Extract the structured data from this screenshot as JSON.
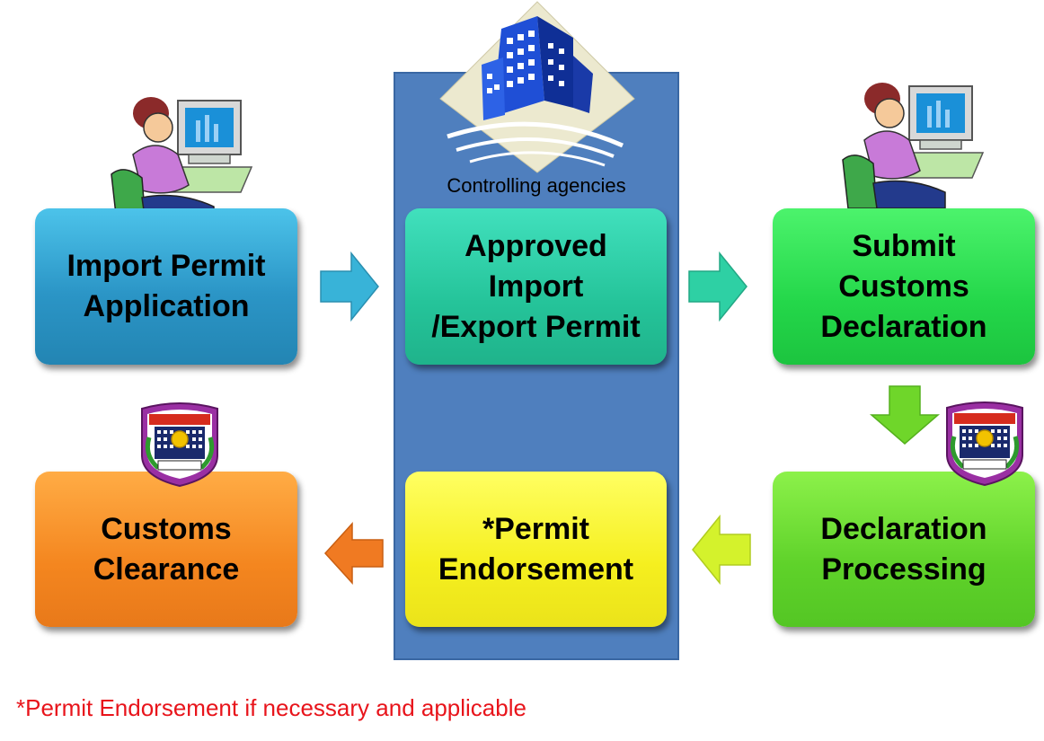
{
  "diagram": {
    "panel_label": "Controlling agencies",
    "steps": {
      "import_permit": "Import Permit\nApplication",
      "approved_permit": "Approved\nImport\n/Export Permit",
      "submit_declaration": "Submit\nCustoms\nDeclaration",
      "declaration_processing": "Declaration\nProcessing",
      "permit_endorsement": "*Permit\nEndorsement",
      "customs_clearance": "Customs\nClearance"
    },
    "footnote": "*Permit Endorsement if necessary and applicable"
  },
  "icons": [
    "user-at-computer-icon",
    "office-building-icon",
    "arrow-right-icon",
    "arrow-down-icon",
    "arrow-left-icon",
    "customs-emblem-icon"
  ],
  "colors": {
    "panel": "#4f7fbe",
    "import_permit": "#2b95c6",
    "approved_permit": "#25c49a",
    "submit_declaration": "#24d74a",
    "declaration_processing": "#5fd22a",
    "permit_endorsement": "#f5ef1f",
    "customs_clearance": "#f4861f",
    "footnote": "#e8141b"
  }
}
